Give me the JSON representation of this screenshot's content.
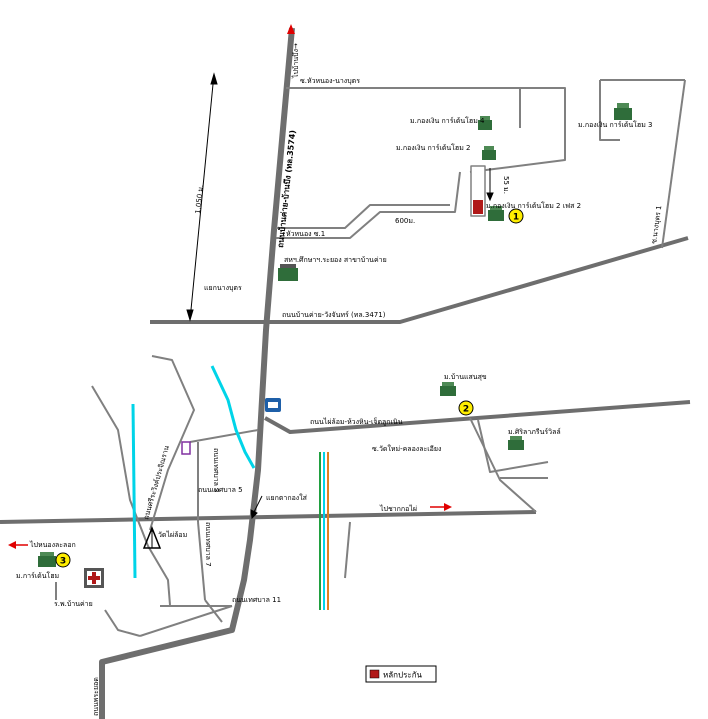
{
  "labels": {
    "to_bungkan_north": "ไปบ้านบึง→",
    "main_road": "ถนนบ้านค่าย-บ้านบึง (ทล.3574)",
    "hua_nong_nang_bud": "ซ.หัวหนอง-นางบุตร",
    "village_4": "ม.กองเงิน การ์เด้นโฮม 4",
    "village_2": "ม.กองเงิน การ์เด้นโฮม 2",
    "village_3": "ม.กองเงิน การ์เด้นโฮม 3",
    "village_2_phase_2": "ม.กองเงิน การ์เด้นโฮม 2 เฟส 2",
    "dist_55": "55 ม.",
    "dist_600": "600ม.",
    "dist_1050": "1,050 ม.",
    "hua_nong_1": "หัวหนอง ซ.1",
    "nang_bud_1": "ซ.นางบุตร 1",
    "bank": "สหฯ.ศึกษาฯ.ระยอง สาขาบ้านค่าย",
    "nang_bud_junction": "แยกนางบุตร",
    "road_3471": "ถนนบ้านค่าย-วังจันทร์ (ทล.3471)",
    "ban_sang_suk": "ม.บ้านแสนสุข",
    "road_nong_lalok": "ถนนไผ่ล้อม-ห้วงหิน-เจ็ดลูกเนิน",
    "wat_mai": "ซ.วัดใหม่-คลองละเอียง",
    "siriporn": "ม.ศิริลาภรีนร์วิลล์",
    "temple_road": "ถนนเทศบาล 3",
    "road_tb5": "ถนนเทศบาล 5",
    "road_tb7": "ถนนเทศบาล 7",
    "road_tb11": "ถนนเทศบาล 11",
    "sila_road": "ถนนศรีระวิงค์ประจิณราน",
    "kok_lai_junction": "แยกตากองใส่",
    "to_kok_lai": "ไปชากกอไผ่",
    "wat_phai": "วัดไผ่ล้อม",
    "to_nong_lalok": "ไปหนองละลอก",
    "village_bottom": "ม.การ์เด้นโฮม",
    "hospital": "ร.พ.บ้านค่าย",
    "bottom_road": "ถนนพระยอด"
  },
  "markers": [
    {
      "num": "1"
    },
    {
      "num": "2"
    },
    {
      "num": "3"
    }
  ],
  "legend": {
    "label": "หลักประกัน"
  },
  "colors": {
    "road": "#6e6e6e",
    "river": "#00d4e8",
    "arrow": "#e00000",
    "marker": "#ffee00",
    "building": "#2f6d3a",
    "collateral": "#b01818"
  }
}
